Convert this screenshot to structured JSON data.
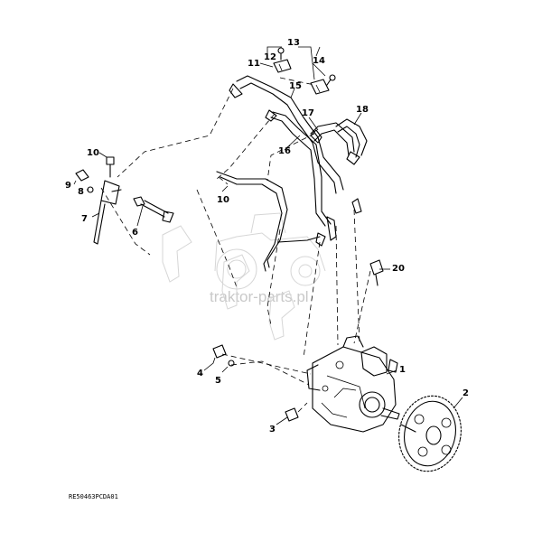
{
  "callouts": {
    "c1": "1",
    "c2": "2",
    "c3": "3",
    "c4": "4",
    "c5": "5",
    "c6": "6",
    "c7": "7",
    "c8": "8",
    "c9": "9",
    "c10a": "10",
    "c10b": "10",
    "c11": "11",
    "c12": "12",
    "c13": "13",
    "c14": "14",
    "c15": "15",
    "c16": "16",
    "c17": "17",
    "c18": "18",
    "c20": "20"
  },
  "watermark": "traktor-parts.pl",
  "figure_code": "RE50463PCDA01",
  "colors": {
    "line": "#000000",
    "watermark": "#c9c9c9",
    "background": "#ffffff"
  }
}
